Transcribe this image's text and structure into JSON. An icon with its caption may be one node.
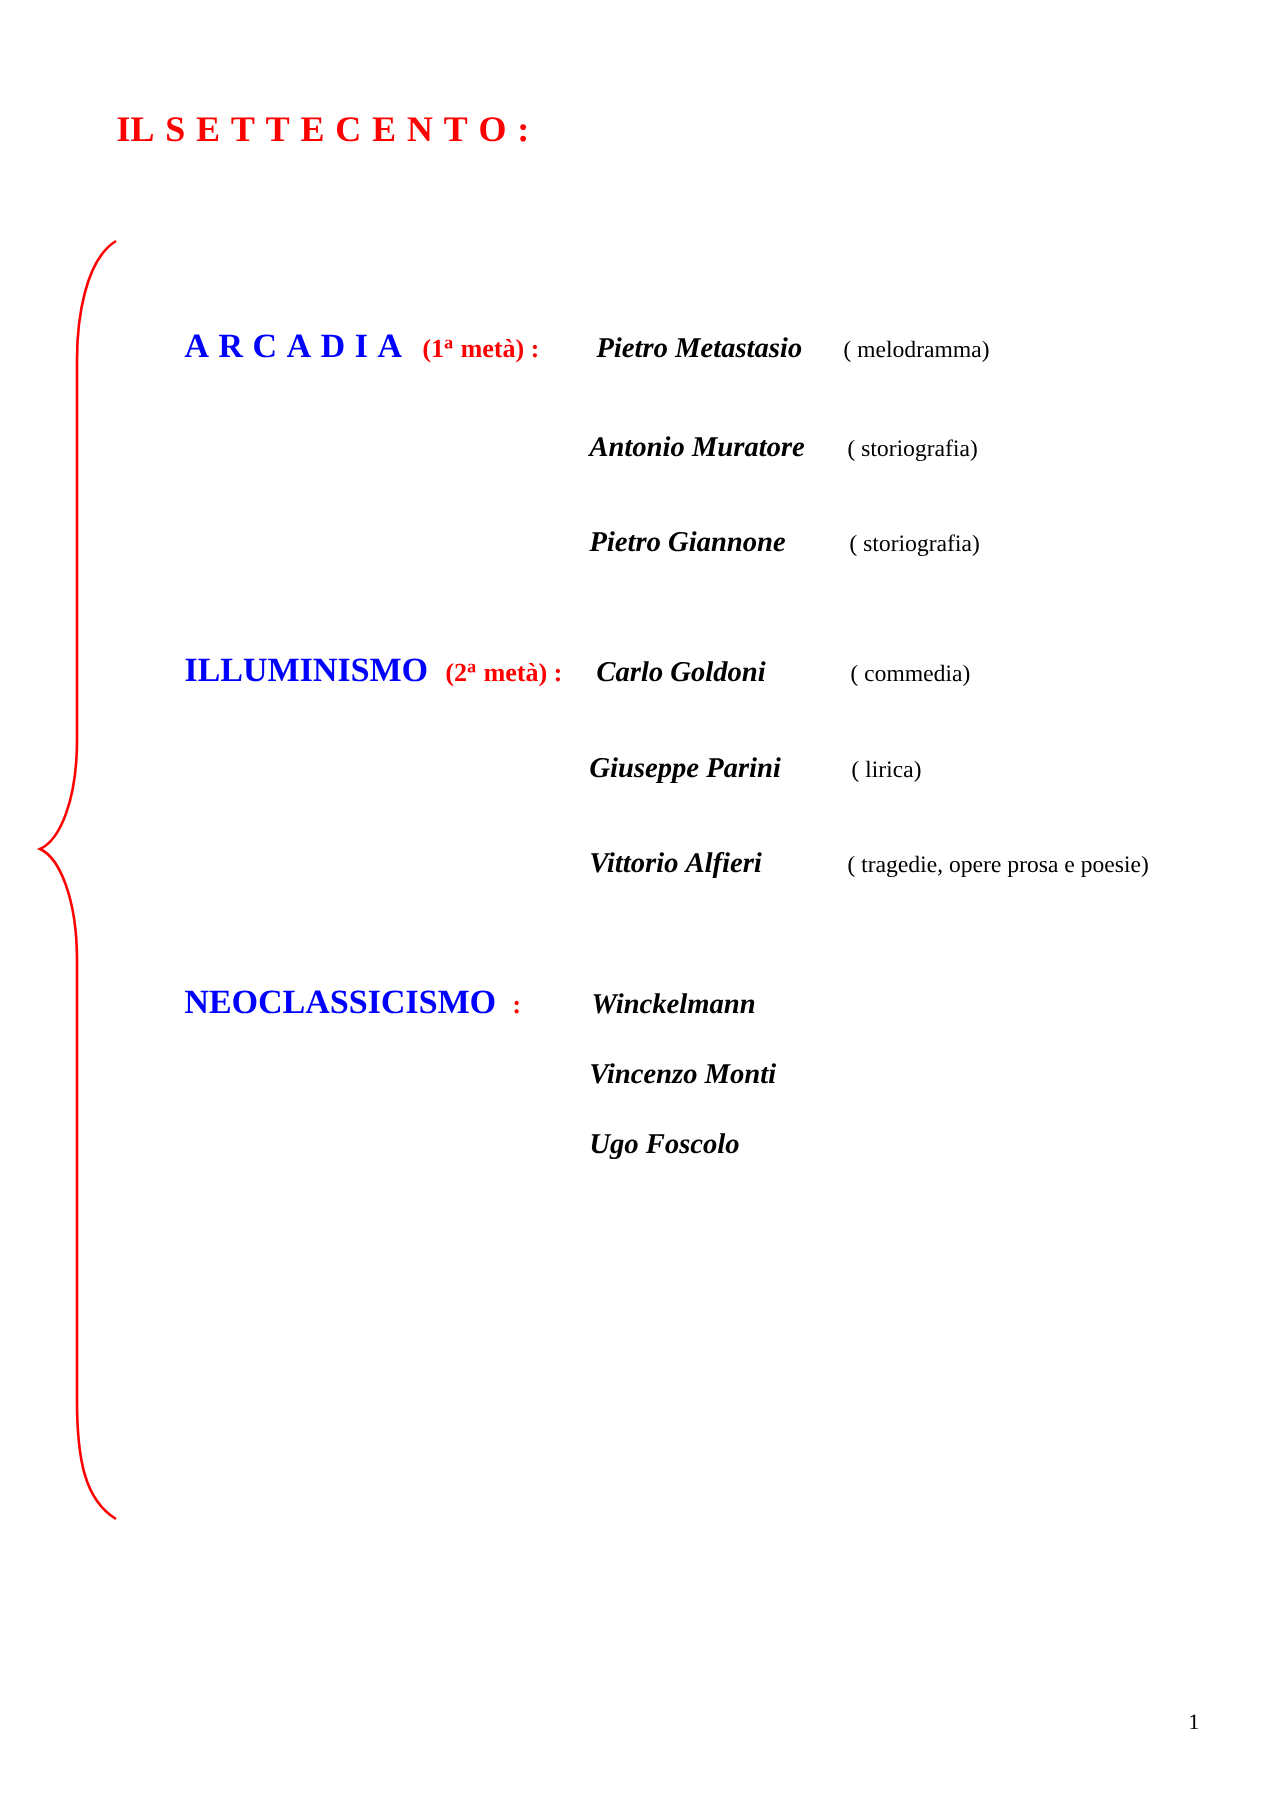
{
  "diagram": {
    "title": "IL S E T T E C E N T O :",
    "labels": [
      "A R C A D I A",
      "(1$^{a}$ metà) :",
      "Pietro Metastasio",
      "( melodramma)",
      "Antonio Muratore",
      "( storiografia)",
      "Pietro Giannone",
      "( storiografia)",
      "ILLUMINISMO",
      "(2$^{a}$ metà) :",
      "Carlo Goldoni",
      "( commedia)",
      "Giuseppe Parini",
      "( lirica)",
      "Vittorio Alfieri",
      "( tragedie, opere prosa e poesie)",
      "NEOCLASSICISMO",
      ":",
      "Winckelmann",
      "Vincenzo Monti",
      "Ugo Foscolo",
      "1"
    ]
  }
}
